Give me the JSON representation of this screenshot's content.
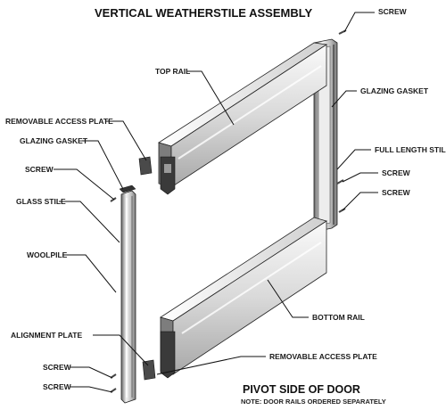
{
  "title": "VERTICAL WEATHERSTILE ASSEMBLY",
  "subtitle": "PIVOT SIDE OF DOOR",
  "note": "NOTE: DOOR RAILS ORDERED SEPARATELY",
  "labels": {
    "screw_top_right": "SCREW",
    "top_rail": "TOP RAIL",
    "glazing_gasket_right": "GLAZING GASKET",
    "removable_access_plate_left": "REMOVABLE ACCESS PLATE",
    "glazing_gasket_left": "GLAZING GASKET",
    "full_length_stile": "FULL LENGTH STILE",
    "screw_left_upper": "SCREW",
    "screw_right_upper": "SCREW",
    "screw_right_lower": "SCREW",
    "glass_stile": "GLASS STILE",
    "woolpile": "WOOLPILE",
    "bottom_rail": "BOTTOM RAIL",
    "alignment_plate": "ALIGNMENT PLATE",
    "removable_access_plate_bottom": "REMOVABLE ACCESS PLATE",
    "screw_left_lower_1": "SCREW",
    "screw_left_lower_2": "SCREW"
  },
  "colors": {
    "metal_light": "#f2f2f2",
    "metal_mid": "#bdbdbd",
    "metal_dark": "#5a5a5a",
    "line": "#111111"
  }
}
